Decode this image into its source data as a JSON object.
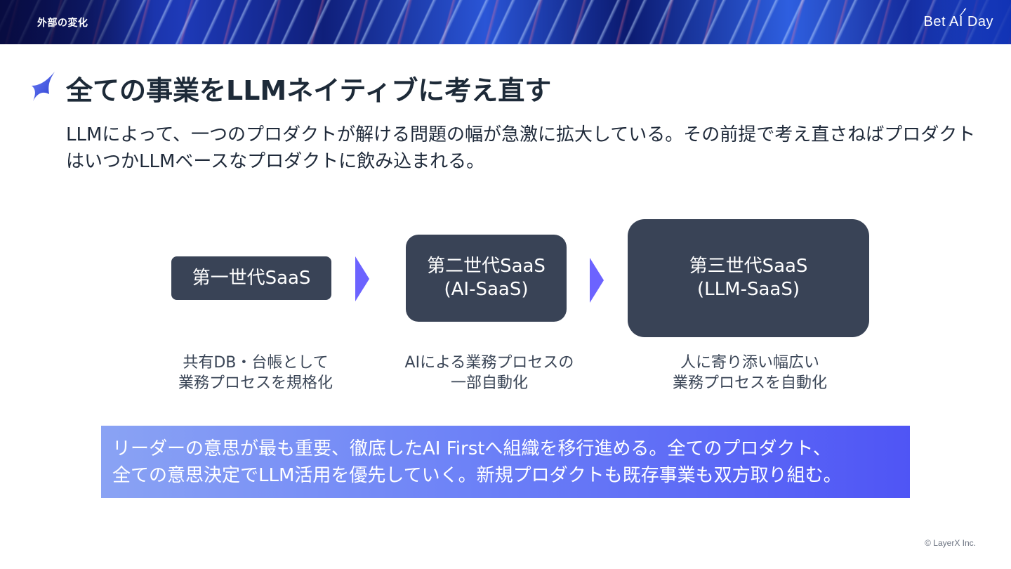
{
  "header": {
    "section_label": "外部の変化",
    "brand": "Bet AI Day"
  },
  "slide": {
    "title": "全ての事業をLLMネイティブに考え直す",
    "lead": "LLMによって、一つのプロダクトが解ける問題の幅が急激に拡大している。その前提で考え直さねばプロダクトはいつかLLMベースなプロダクトに飲み込まれる。"
  },
  "generations": [
    {
      "line1": "第一世代SaaS",
      "line2": "",
      "desc1": "共有DB・台帳として",
      "desc2": "業務プロセスを規格化"
    },
    {
      "line1": "第二世代SaaS",
      "line2": "(AI-SaaS)",
      "desc1": "AIによる業務プロセスの",
      "desc2": "一部自動化"
    },
    {
      "line1": "第三世代SaaS",
      "line2": "(LLM-SaaS)",
      "desc1": "人に寄り添い幅広い",
      "desc2": "業務プロセスを自動化"
    }
  ],
  "callout": {
    "line1": "リーダーの意思が最も重要、徹底したAI Firstへ組織を移行進める。全てのプロダクト、",
    "line2": "全ての意思決定でLLM活用を優先していく。新規プロダクトも既存事業も双方取り組む。"
  },
  "footer": {
    "copyright": "© LayerX Inc."
  },
  "colors": {
    "box": "#394356",
    "arrow": "#6c63ff",
    "callout_start": "#8aa3f4",
    "callout_end": "#4f55f5",
    "title_icon": "#3b4fe0"
  },
  "icons": {
    "title": "sparkle-star-icon",
    "arrow": "chevron-right-icon",
    "brand": "spark-icon"
  }
}
